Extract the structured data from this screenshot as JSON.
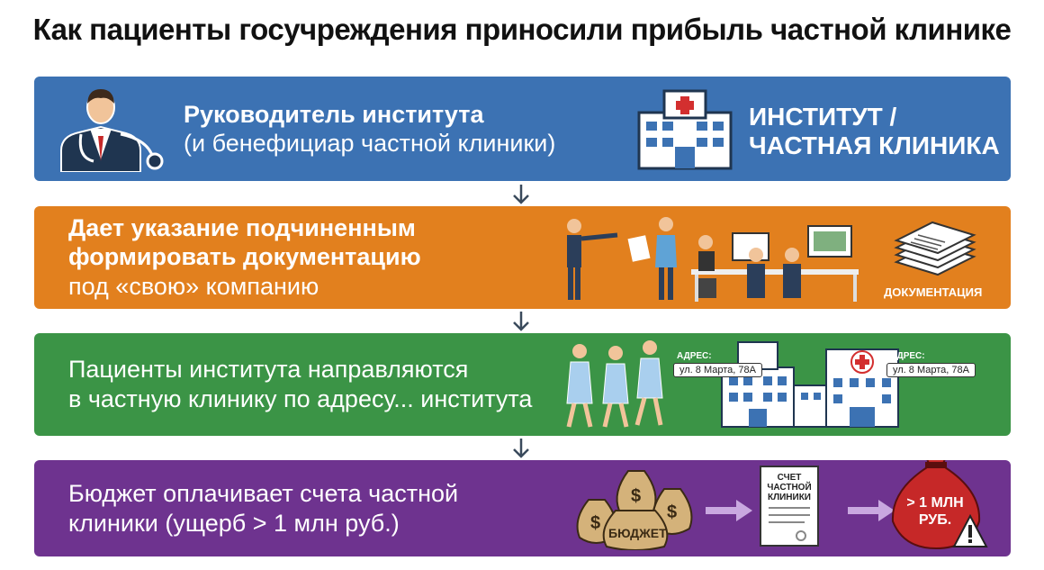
{
  "title": "Как пациенты госучреждения приносили прибыль частной клинике",
  "steps": [
    {
      "line1": "Руководитель института",
      "line2": "(и бенефициар частной клиники)",
      "right_line1": "ИНСТИТУТ /",
      "right_line2": "ЧАСТНАЯ КЛИНИКА"
    },
    {
      "line1": "Дает указание подчиненным",
      "line2": "формировать документацию",
      "line3": "под «свою» компанию",
      "doc_label": "ДОКУМЕНТАЦИЯ"
    },
    {
      "line1": "Пациенты института направляются",
      "line2": "в частную клинику по адресу... института",
      "addr_label": "АДРЕС:",
      "addr_value": "ул. 8 Марта, 78А"
    },
    {
      "line1": "Бюджет оплачивает счета частной",
      "line2": "клиники (ущерб > 1 млн руб.)",
      "bag_label": "БЮДЖЕТ",
      "invoice_line1": "СЧЕТ",
      "invoice_line2": "ЧАСТНОЙ",
      "invoice_line3": "КЛИНИКИ",
      "loss_line1": "> 1 МЛН",
      "loss_line2": "РУБ."
    }
  ],
  "colors": {
    "step1": "#3c72b3",
    "step2": "#e2801e",
    "step3": "#3b9446",
    "step4": "#6e338f",
    "arrow": "#3a4a5c"
  },
  "icons": {
    "step1_left": "doctor-icon",
    "step1_right": "hospital-building-icon",
    "step2_people": "office-workers-icon",
    "step2_docs": "document-stack-icon",
    "step3_people": "patients-walking-icon",
    "step3_building": "hospital-complex-icon",
    "step4_money": "money-bags-icon",
    "step4_invoice": "invoice-icon",
    "step4_loss": "red-money-bag-warning-icon"
  }
}
